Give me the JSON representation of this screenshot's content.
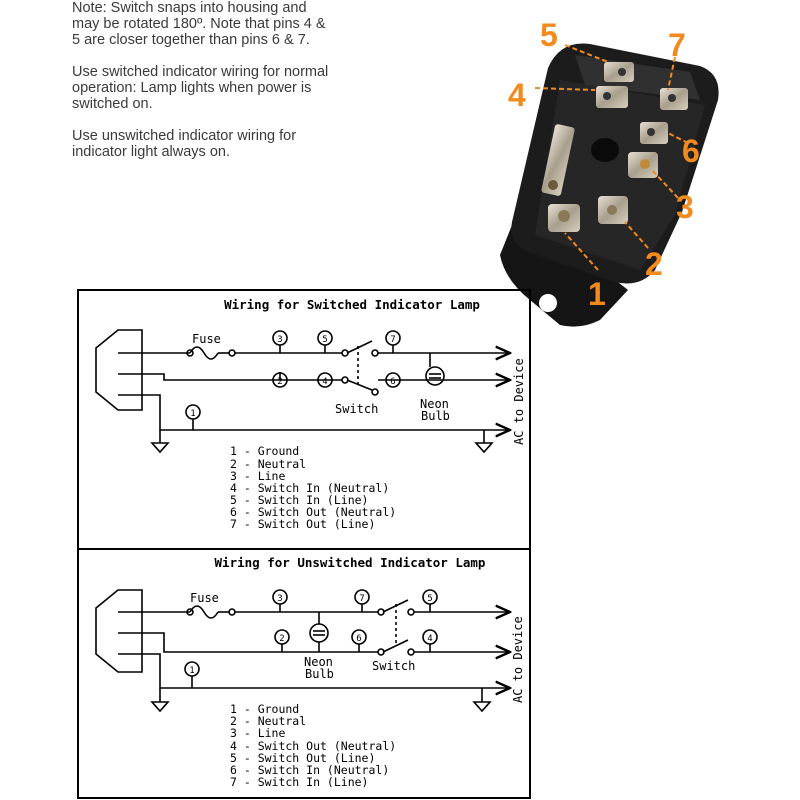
{
  "notes": {
    "note1": "Note: Switch snaps into housing and may be rotated 180º. Note that pins 4 & 5 are closer together than pins 6 & 7.",
    "note2": "Use switched indicator wiring for normal operation: Lamp lights when power is switched on.",
    "note3": "Use unswitched indicator wiring for indicator light always on."
  },
  "photo": {
    "callouts": [
      "1",
      "2",
      "3",
      "4",
      "5",
      "6",
      "7"
    ],
    "callout_color": "#f28a1e"
  },
  "switched": {
    "title": "Wiring for Switched Indicator Lamp",
    "fuse": "Fuse",
    "switch": "Switch",
    "bulb1": "Neon",
    "bulb2": "Bulb",
    "device": "AC to Device",
    "pins": {
      "p1": "1",
      "p2": "2",
      "p3": "3",
      "p4": "4",
      "p5": "5",
      "p6": "6",
      "p7": "7"
    },
    "legend": [
      "1 - Ground",
      "2 - Neutral",
      "3 - Line",
      "4 - Switch In (Neutral)",
      "5 - Switch In (Line)",
      "6 - Switch Out (Neutral)",
      "7 - Switch Out (Line)"
    ]
  },
  "unswitched": {
    "title": "Wiring for Unswitched Indicator Lamp",
    "fuse": "Fuse",
    "switch": "Switch",
    "bulb1": "Neon",
    "bulb2": "Bulb",
    "device": "AC to Device",
    "pins": {
      "p1": "1",
      "p2": "2",
      "p3": "3",
      "p4": "4",
      "p5": "5",
      "p6": "6",
      "p7": "7"
    },
    "legend": [
      "1 - Ground",
      "2 - Neutral",
      "3 - Line",
      "4 - Switch Out (Neutral)",
      "5 - Switch Out (Line)",
      "6 - Switch In (Neutral)",
      "7 - Switch In (Line)"
    ]
  }
}
